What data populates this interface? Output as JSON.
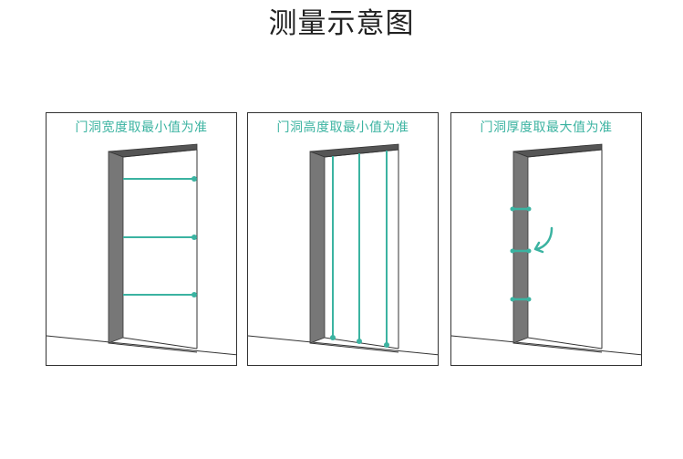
{
  "title": "测量示意图",
  "colors": {
    "accent": "#3bb3a1",
    "jamb": "#777777",
    "line": "#333333"
  },
  "panels": [
    {
      "label": "门洞宽度取最小值为准"
    },
    {
      "label": "门洞高度取最小值为准"
    },
    {
      "label": "门洞厚度取最大值为准"
    }
  ]
}
